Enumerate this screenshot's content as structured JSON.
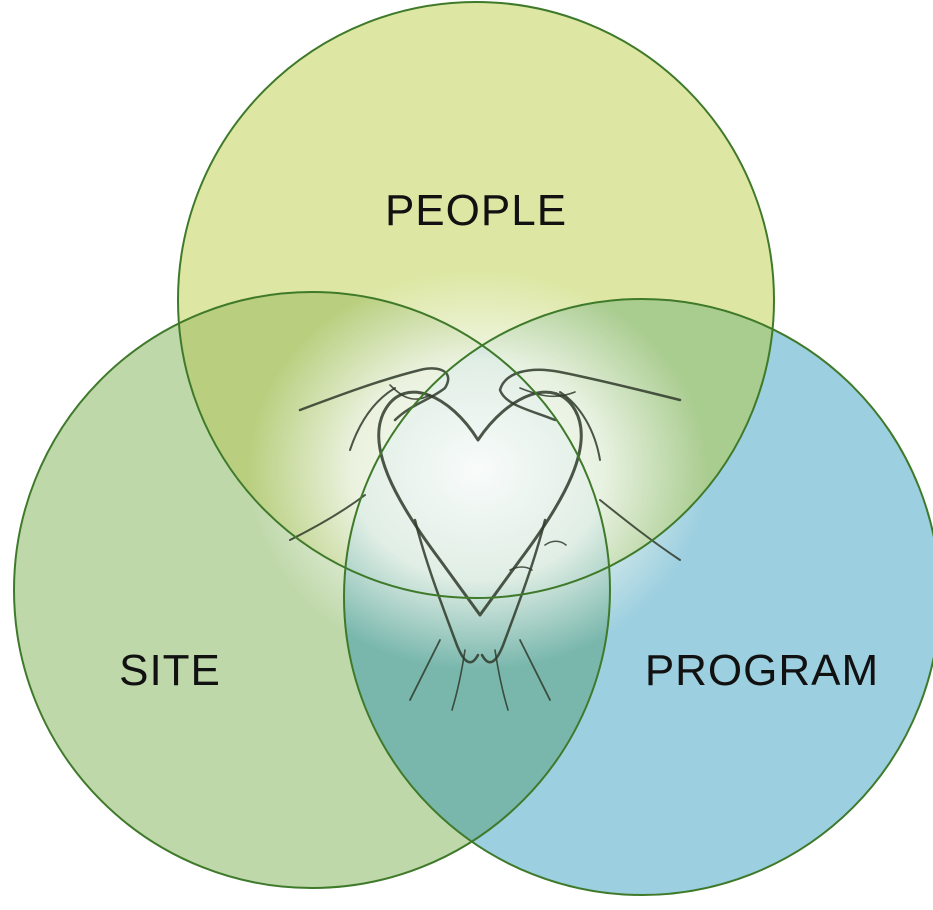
{
  "diagram": {
    "type": "venn",
    "circles": [
      {
        "id": "people",
        "label": "PEOPLE",
        "fill": "#dde7a3",
        "stroke": "#3f7a2a"
      },
      {
        "id": "site",
        "label": "SITE",
        "fill": "#bfd8aa",
        "stroke": "#3f7a2a"
      },
      {
        "id": "program",
        "label": "PROGRAM",
        "fill": "#9ccfe0",
        "stroke": "#3f7a2a"
      }
    ],
    "center_image": {
      "icon": "heart-hands-icon",
      "background": "#f2f7ee",
      "ink": "#2f3a2a"
    },
    "overlap_colors": {
      "people_site": "#b9cf7f",
      "people_program": "#a9cc8f",
      "site_program": "#79b7ad"
    }
  }
}
